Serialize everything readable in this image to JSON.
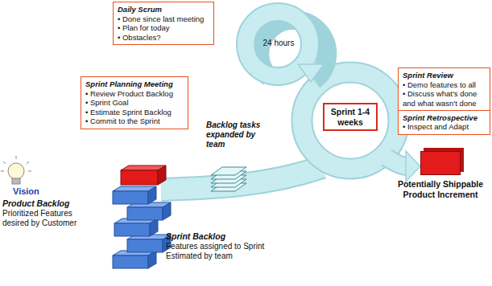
{
  "diagram": {
    "nodes": [
      {
        "text": [
          "Daily Scrum",
          "• Done since last meeting",
          "• Plan for today",
          "• Obstacles?"
        ]
      },
      {
        "text": [
          "Sprint Planning Meeting",
          "• Review Product Backlog",
          "• Sprint Goal",
          "• Estimate Sprint Backlog",
          "• Commit to the Sprint"
        ]
      },
      {
        "text": [
          "Sprint 1-4 weeks"
        ]
      },
      {
        "text": [
          "Sprint Review",
          "• Demo features to all",
          "• Discuss what's done and what wasn't done"
        ]
      },
      {
        "text": [
          "Sprint Retrospective",
          "• Inspect and Adapt"
        ]
      },
      {
        "text": [
          "Potentially Shippable Product Increment"
        ]
      }
    ],
    "labels": [
      "24 hours",
      "Backlog tasks expanded by team",
      "Vision",
      "Product Backlog",
      "Prioritized Features desired by Customer",
      "Sprint Backlog",
      "Features assigned to Sprint Estimated by team"
    ]
  }
}
